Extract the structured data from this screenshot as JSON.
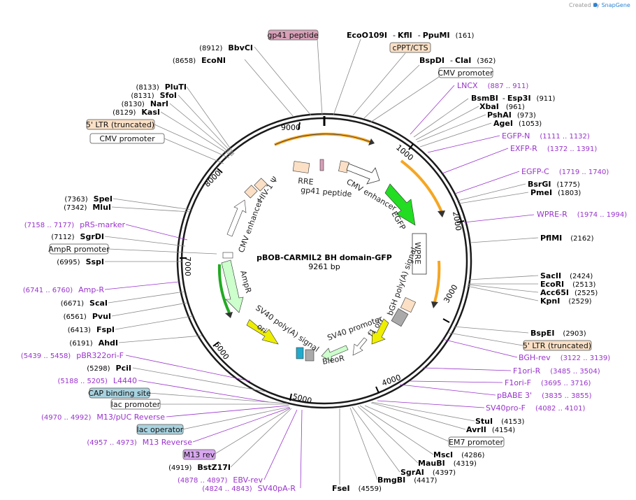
{
  "credit": {
    "prefix": "Created by",
    "brand": "SnapGene"
  },
  "plasmid": {
    "name": "pBOB-CARMIL2 BH domain-GFP",
    "length": "9261 bp"
  },
  "ticks": [
    "1000",
    "2000",
    "3000",
    "4000",
    "5000",
    "6000",
    "7000",
    "8000",
    "9000"
  ],
  "colors": {
    "primer": "#9933cc",
    "orange_arc": "#f5a623",
    "egfp": "#22cc22",
    "ori": "#eeee00",
    "ampr": "#ccffcc",
    "ltr": "#fbe0c6",
    "cap": "#a8d3e0",
    "gp41": "#d8a0b8",
    "m13rev": "#d9a7f0"
  },
  "top_enzymes": {
    "e1": {
      "name": "EcoO109I",
      "sep": "-",
      "name2": "KflI",
      "name3": "PpuMI",
      "pos": "(161)"
    },
    "e2": {
      "name": "BspDI",
      "sep": "-",
      "name2": "ClaI",
      "pos": "(362)"
    }
  },
  "boxes": {
    "gp41": "gp41 peptide",
    "cppt": "cPPT/CTS",
    "cmv_top": "CMV promoter",
    "ltr_left": "5' LTR (truncated)",
    "cmv_left": "CMV promoter",
    "ampr_prom": "AmpR promoter",
    "ltr_right": "5' LTR (truncated)",
    "em7": "EM7 promoter",
    "cap": "CAP binding site",
    "lac_prom": "lac promoter",
    "lac_op": "lac operator",
    "m13rev": "M13 rev"
  },
  "right": {
    "lncx": {
      "name": "LNCX",
      "pos": "(887 .. 911)"
    },
    "bsmbi": {
      "name": "BsmBI",
      "sep": "-",
      "name2": "Esp3I",
      "pos": "(911)"
    },
    "xbai": {
      "name": "XbaI",
      "pos": "(961)"
    },
    "pshai": {
      "name": "PshAI",
      "pos": "(973)"
    },
    "agei": {
      "name": "AgeI",
      "pos": "(1053)"
    },
    "egfpn": {
      "name": "EGFP-N",
      "pos": "(1111 .. 1132)"
    },
    "exfpr": {
      "name": "EXFP-R",
      "pos": "(1372 .. 1391)"
    },
    "egfpc": {
      "name": "EGFP-C",
      "pos": "(1719 .. 1740)"
    },
    "bsrgi": {
      "name": "BsrGI",
      "pos": "(1775)"
    },
    "pmei": {
      "name": "PmeI",
      "pos": "(1803)"
    },
    "wprer": {
      "name": "WPRE-R",
      "pos": "(1974 .. 1994)"
    },
    "pflmi": {
      "name": "PflMI",
      "pos": "(2162)"
    },
    "sacii": {
      "name": "SacII",
      "pos": "(2424)"
    },
    "ecori": {
      "name": "EcoRI",
      "pos": "(2513)"
    },
    "acc65i": {
      "name": "Acc65I",
      "pos": "(2525)"
    },
    "kpni": {
      "name": "KpnI",
      "pos": "(2529)"
    },
    "bspei": {
      "name": "BspEI",
      "pos": "(2903)"
    },
    "bghrev": {
      "name": "BGH-rev",
      "pos": "(3122 .. 3139)"
    },
    "f1orir": {
      "name": "F1ori-R",
      "pos": "(3485 .. 3504)"
    },
    "f1orif": {
      "name": "F1ori-F",
      "pos": "(3695 .. 3716)"
    },
    "pbabe": {
      "name": "pBABE 3'",
      "pos": "(3835 .. 3855)"
    },
    "sv40prof": {
      "name": "SV40pro-F",
      "pos": "(4082 .. 4101)"
    },
    "stui": {
      "name": "StuI",
      "pos": "(4153)"
    },
    "avrii": {
      "name": "AvrII",
      "pos": "(4154)"
    },
    "msci": {
      "name": "MscI",
      "pos": "(4286)"
    },
    "maubi": {
      "name": "MauBI",
      "pos": "(4319)"
    },
    "sgrai": {
      "name": "SgrAI",
      "pos": "(4397)"
    },
    "bmgbi": {
      "name": "BmgBI",
      "pos": "(4417)"
    },
    "fsei": {
      "name": "FseI",
      "pos": "(4559)"
    }
  },
  "left": {
    "bbvci": {
      "name": "BbvCI",
      "pos": "(8912)"
    },
    "econi": {
      "name": "EcoNI",
      "pos": "(8658)"
    },
    "pluti": {
      "name": "PluTI",
      "pos": "(8133)"
    },
    "sfoi": {
      "name": "SfoI",
      "pos": "(8131)"
    },
    "nari": {
      "name": "NarI",
      "pos": "(8130)"
    },
    "kasi": {
      "name": "KasI",
      "pos": "(8129)"
    },
    "spei": {
      "name": "SpeI",
      "pos": "(7363)"
    },
    "mlui": {
      "name": "MluI",
      "pos": "(7342)"
    },
    "prs": {
      "name": "pRS-marker",
      "pos": "(7158 .. 7177)"
    },
    "sgrdi": {
      "name": "SgrDI",
      "pos": "(7112)"
    },
    "sspi": {
      "name": "SspI",
      "pos": "(6995)"
    },
    "ampr": {
      "name": "Amp-R",
      "pos": "(6741 .. 6760)"
    },
    "scai": {
      "name": "ScaI",
      "pos": "(6671)"
    },
    "pvui": {
      "name": "PvuI",
      "pos": "(6561)"
    },
    "fspi": {
      "name": "FspI",
      "pos": "(6413)"
    },
    "ahdi": {
      "name": "AhdI",
      "pos": "(6191)"
    },
    "pbr322": {
      "name": "pBR322ori-F",
      "pos": "(5439 .. 5458)"
    },
    "pcii": {
      "name": "PciI",
      "pos": "(5298)"
    },
    "l4440": {
      "name": "L4440",
      "pos": "(5188 .. 5205)"
    },
    "m13puc": {
      "name": "M13/pUC Reverse",
      "pos": "(4970 .. 4992)"
    },
    "m13r": {
      "name": "M13 Reverse",
      "pos": "(4957 .. 4973)"
    },
    "bstz17i": {
      "name": "BstZ17I",
      "pos": "(4919)"
    },
    "ebvrev": {
      "name": "EBV-rev",
      "pos": "(4878 .. 4897)"
    },
    "sv40par": {
      "name": "SV40pA-R",
      "pos": "(4824 .. 4843)"
    }
  },
  "inner": {
    "rre": "RRE",
    "gp41": "gp41 peptide",
    "cmv_enh": "CMV enhancer",
    "egfp": "EGFP",
    "wpre": "WPRE",
    "bgh": "bGH poly(A) signal",
    "f1ori": "f1 ori",
    "sv40prom": "SV40 promoter",
    "bleor": "BleoR",
    "sv40polya": "SV40 poly(A) signal",
    "ori": "ori",
    "ampr": "AmpR",
    "cmv_enh_left": "CMV enhancer",
    "hiv": "HIV-1 Ψ"
  }
}
